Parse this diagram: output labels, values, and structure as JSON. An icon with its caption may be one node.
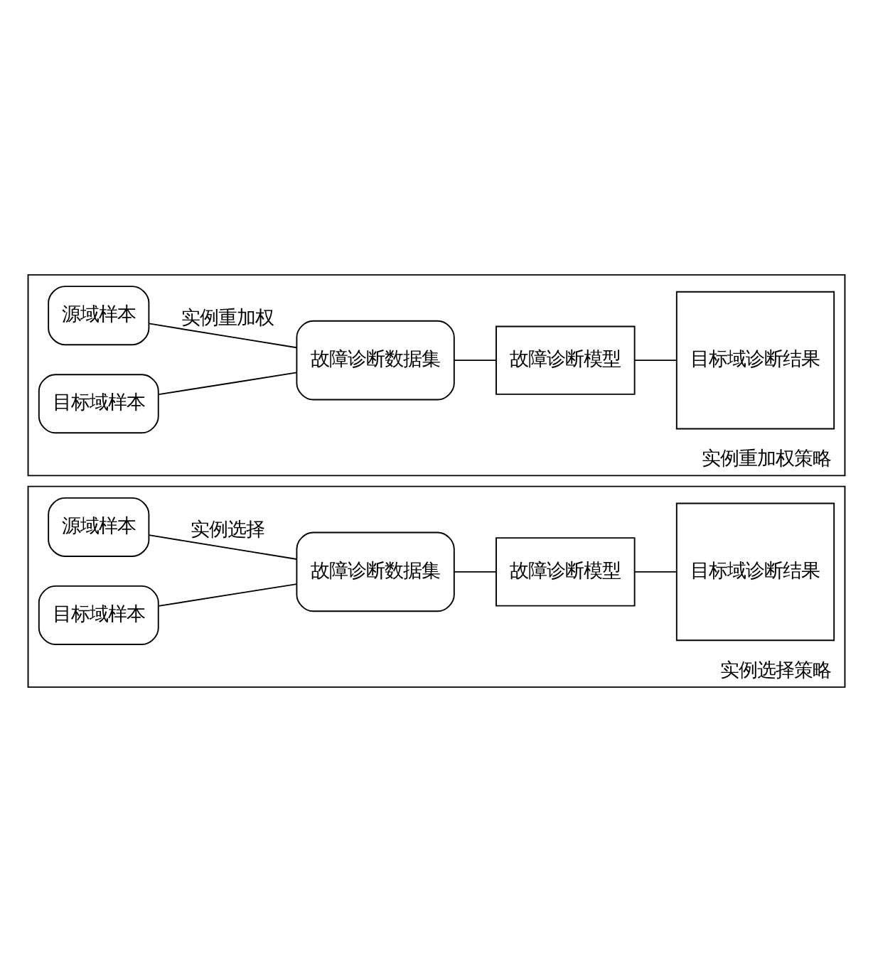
{
  "diagram": {
    "nodes": [
      {
        "text": [
          "实例选择策略"
        ]
      },
      {
        "text": [
          "源域样本"
        ],
        "in": 0
      },
      {
        "text": [
          "目标域样本"
        ],
        "in": 0
      },
      {
        "text": [
          "故障诊断数据集"
        ],
        "in": 0
      },
      {
        "text": [
          "故障诊断模型"
        ],
        "in": 0
      },
      {
        "text": [
          "目标域诊断结果"
        ],
        "in": 0
      },
      {
        "text": [
          "实例重加权策略"
        ]
      },
      {
        "text": [
          "源域样本"
        ],
        "in": 6
      },
      {
        "text": [
          "目标域样本"
        ],
        "in": 6
      },
      {
        "text": [
          "故障诊断数据集"
        ],
        "in": 6
      },
      {
        "text": [
          "故障诊断模型"
        ],
        "in": 6
      },
      {
        "text": [
          "目标域诊断结果"
        ],
        "in": 6
      }
    ],
    "edges": [
      {
        "from": 1,
        "to": 3,
        "arrow": "none",
        "label": "实例选择"
      },
      {
        "from": 2,
        "to": 3,
        "arrow": "none"
      },
      {
        "from": 3,
        "to": 4,
        "arrow": "none"
      },
      {
        "from": 4,
        "to": 5,
        "arrow": "none"
      },
      {
        "from": 7,
        "to": 9,
        "arrow": "none",
        "label": "实例重加权"
      },
      {
        "from": 8,
        "to": 9,
        "arrow": "none"
      },
      {
        "from": 9,
        "to": 10,
        "arrow": "none"
      },
      {
        "from": 10,
        "to": 11,
        "arrow": "none"
      }
    ]
  }
}
